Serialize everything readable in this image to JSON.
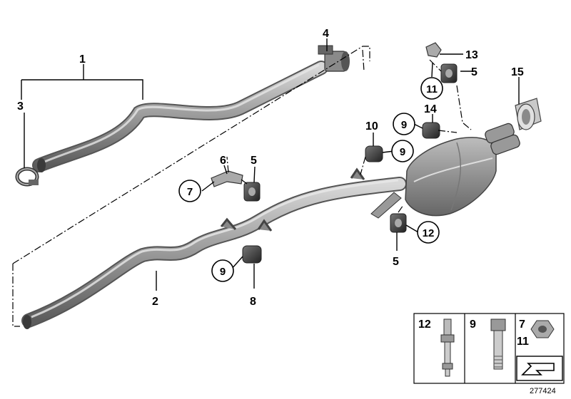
{
  "callouts": {
    "c1": "1",
    "c2": "2",
    "c3": "3",
    "c4": "4",
    "c5a": "5",
    "c5b": "5",
    "c5c": "5",
    "c6": "6",
    "c7": "7",
    "c8": "8",
    "c9a": "9",
    "c9b": "9",
    "c9c": "9",
    "c10": "10",
    "c11": "11",
    "c12": "12",
    "c13": "13",
    "c14": "14",
    "c15": "15"
  },
  "legend": {
    "p12": "12",
    "p9": "9",
    "p7": "7",
    "p11": "11"
  },
  "doc_number": "277424",
  "colors": {
    "pipe_dark": "#6f6f6f",
    "pipe_light": "#c9c9c9",
    "line": "#000000"
  }
}
